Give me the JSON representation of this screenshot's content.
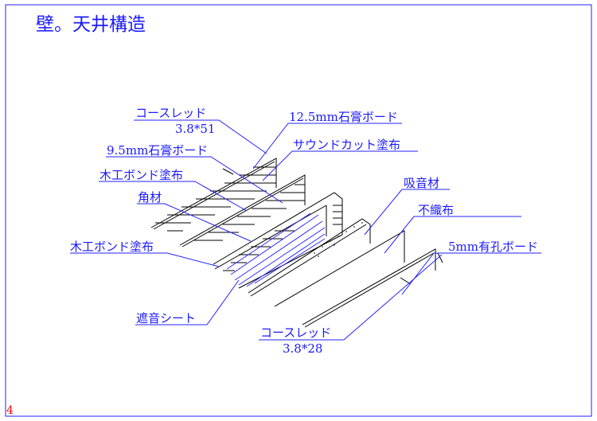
{
  "title": "壁。天井構造",
  "page_number": "4",
  "labels": {
    "coarse_thread_top": "コースレッド",
    "coarse_thread_top_size": "3.8*51",
    "gypsum_12_5": "12.5mm石膏ボード",
    "sound_cut": "サウンドカット塗布",
    "gypsum_9_5": "9.5mm石膏ボード",
    "wood_bond_1": "木工ボンド塗布",
    "square_timber": "角材",
    "wood_bond_2": "木工ボンド塗布",
    "sound_insulation_sheet": "遮音シート",
    "sound_absorbing": "吸音材",
    "nonwoven": "不織布",
    "perforated_board": "5mm有孔ボード",
    "coarse_thread_bottom": "コースレッド",
    "coarse_thread_bottom_size": "3.8*28"
  },
  "colors": {
    "label": "#1a1aff",
    "page_number": "#ff0000",
    "line": "#000000"
  }
}
